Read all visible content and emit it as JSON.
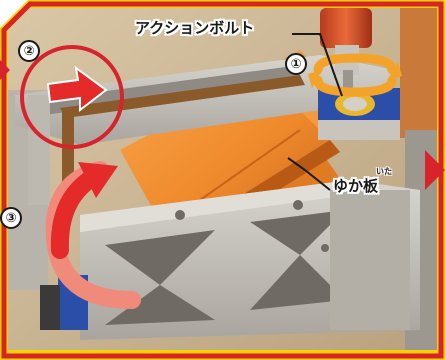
{
  "labels": {
    "action_bolt": "アクションボルト",
    "floor_board": "ゆか板",
    "floor_board_ruby": "いた"
  },
  "steps": {
    "one": "①",
    "two": "②",
    "three": "③"
  },
  "colors": {
    "frame": "#d6232c",
    "backdrop": "#f6d300",
    "frame_gray": "#c9c5bd",
    "frame_dark": "#8f8b84",
    "orange_panel": "#ef8a2c",
    "blue_block": "#2b4fa8",
    "arrow_red": "#e52a2a",
    "arrow_salmon": "#f08a7a",
    "turn_arrow": "#f3a32a"
  }
}
